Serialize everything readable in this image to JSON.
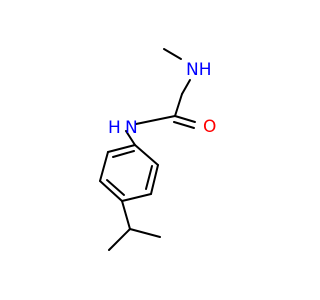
{
  "molecule": {
    "atoms": {
      "nh_amine": {
        "label": "NH",
        "color": "#0000ff"
      },
      "o_carbonyl": {
        "label": "O",
        "color": "#ff0000"
      },
      "nh_amide": {
        "label": "N",
        "sublabel": "H",
        "color": "#0000ff"
      }
    },
    "colors": {
      "bond": "#000000",
      "nitrogen": "#0000ff",
      "oxygen": "#ff0000",
      "background": "#ffffff"
    }
  }
}
